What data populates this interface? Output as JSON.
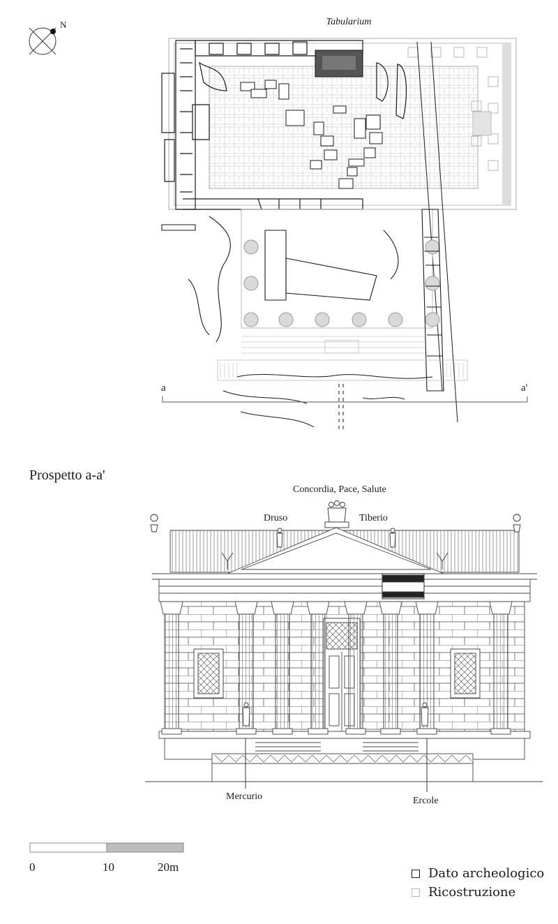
{
  "plan": {
    "title": "Tabularium",
    "north": "N",
    "section_left": "a",
    "section_right": "a'"
  },
  "elevation": {
    "title": "Prospetto a-a'",
    "labels": {
      "top_group": "Concordia, Pace, Salute",
      "left_statue": "Druso",
      "right_statue": "Tiberio",
      "bottom_left": "Mercurio",
      "bottom_right": "Ercole"
    }
  },
  "scale": {
    "ticks": [
      "0",
      "10",
      "20m"
    ]
  },
  "legend": [
    {
      "label": "Dato archeologico",
      "color": "#1a1a1a"
    },
    {
      "label": "Ricostruzione",
      "color": "#b9b9b9"
    }
  ],
  "colors": {
    "ink": "#1a1a1a",
    "reconstruction": "#b9b9b9",
    "scale_fill": "#bdbdbd"
  }
}
